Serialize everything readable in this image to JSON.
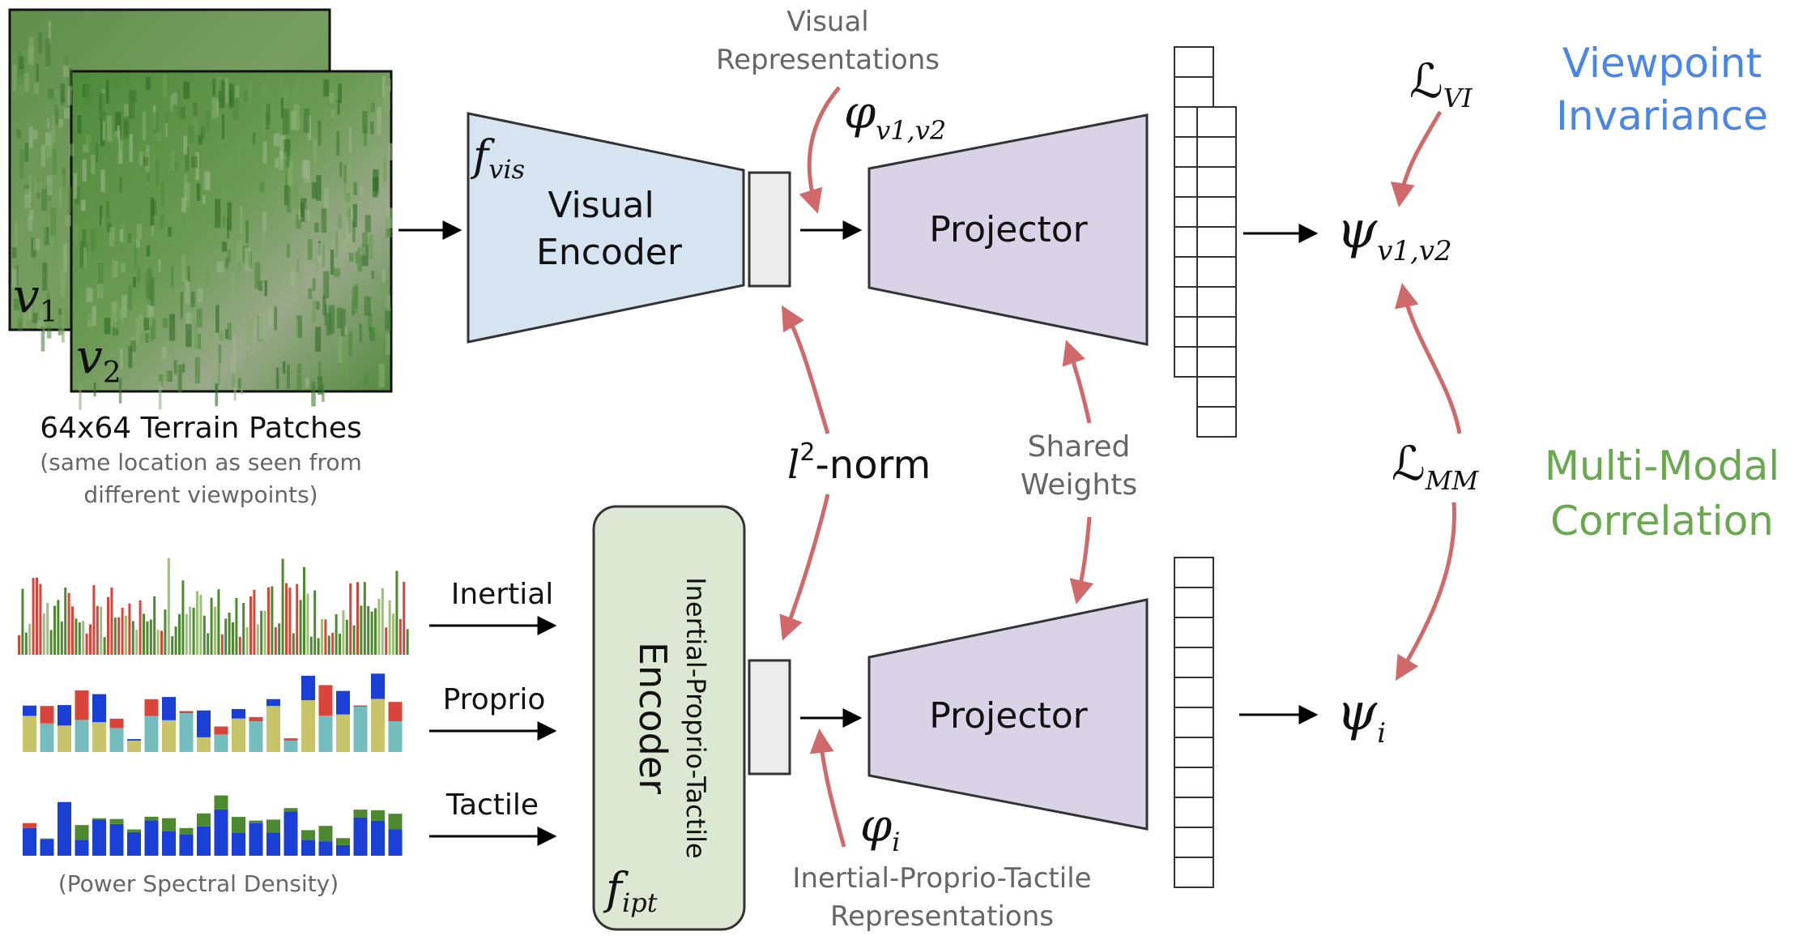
{
  "terrain": {
    "title": "64x64 Terrain Patches",
    "subtitle_1": "(same location as seen from",
    "subtitle_2": "different viewpoints)",
    "patch_1_label": "v",
    "patch_1_sub": "1",
    "patch_2_label": "v",
    "patch_2_sub": "2"
  },
  "psd": {
    "caption": "(Power Spectral Density)",
    "inputs": [
      "Inertial",
      "Proprio",
      "Tactile"
    ]
  },
  "visual_encoder": {
    "fn_label": "f",
    "fn_sub": "vis",
    "line_1": "Visual",
    "line_2": "Encoder"
  },
  "ipt_encoder": {
    "line_1": "Encoder",
    "line_2": "Inertial-Proprio-Tactile",
    "fn_label": "f",
    "fn_sub": "ipt"
  },
  "projector_top": {
    "label": "Projector"
  },
  "projector_bottom": {
    "label": "Projector"
  },
  "annotations": {
    "visual_repr_1": "Visual",
    "visual_repr_2": "Representations",
    "phi_v": "φ",
    "phi_v_sub": "v1,v2",
    "l2_base": "l",
    "l2_sup": "2",
    "l2_rest": "-norm",
    "shared_1": "Shared",
    "shared_2": "Weights",
    "phi_i": "φ",
    "phi_i_sub": "i",
    "ipt_repr_1": "Inertial-Proprio-Tactile",
    "ipt_repr_2": "Representations",
    "psi_v": "ψ",
    "psi_v_sub": "v1,v2",
    "psi_i": "ψ",
    "psi_i_sub": "i",
    "loss_vi": "ℒ",
    "loss_vi_sub": "VI",
    "loss_mm": "ℒ",
    "loss_mm_sub": "MM"
  },
  "objectives": {
    "vi_1": "Viewpoint",
    "vi_2": "Invariance",
    "mm_1": "Multi-Modal",
    "mm_2": "Correlation"
  },
  "colors": {
    "visual_encoder": "#d6e4f2",
    "ipt_encoder": "#dde8d2",
    "projector": "#d8d3e6",
    "arrow_red": "#d06a6a",
    "viewpoint_blue": "#4a86e8",
    "multimodal_green": "#6aa84f"
  }
}
